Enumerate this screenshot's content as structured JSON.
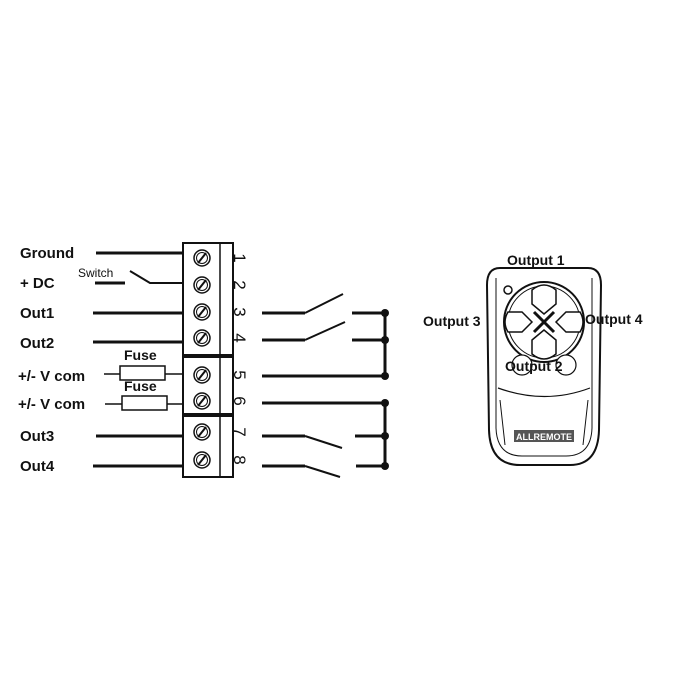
{
  "wiring": {
    "inputs": [
      "Ground",
      "+ DC",
      "Out1",
      "Out2",
      "+/- V com",
      "+/- V com",
      "Out3",
      "Out4"
    ],
    "switch_label": "Switch",
    "fuse_labels": [
      "Fuse",
      "Fuse"
    ],
    "terminal_numbers": [
      "1",
      "2",
      "3",
      "4",
      "5",
      "6",
      "7",
      "8"
    ]
  },
  "remote": {
    "outputs": [
      "Output 1",
      "Output 2",
      "Output 3",
      "Output 4"
    ],
    "brand_logo": "ALLREMOTE"
  },
  "colors": {
    "line": "#111111",
    "background": "#ffffff"
  }
}
